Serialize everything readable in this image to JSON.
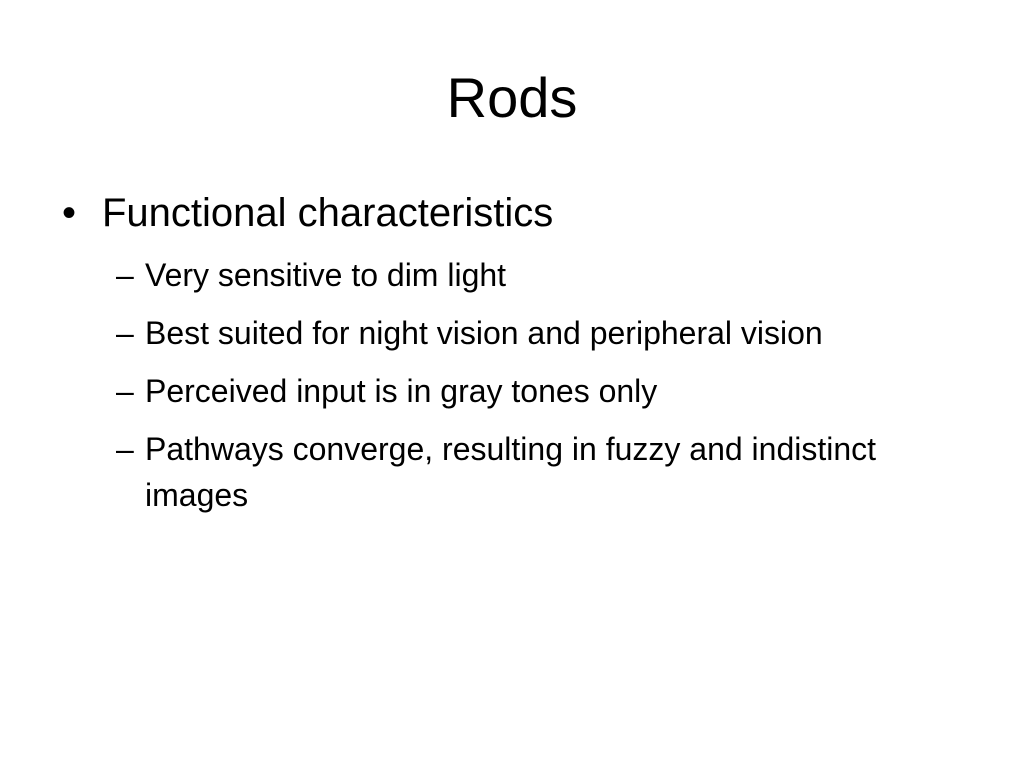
{
  "slide": {
    "title": "Rods",
    "bullet": {
      "marker": "•",
      "text": "Functional characteristics"
    },
    "sub_marker": "–",
    "sub_items": [
      {
        "text": "Very sensitive to dim light"
      },
      {
        "text": "Best suited for night vision and peripheral vision"
      },
      {
        "text": "Perceived input is in gray tones only"
      },
      {
        "text": "Pathways converge, resulting in fuzzy and indistinct images"
      }
    ]
  }
}
